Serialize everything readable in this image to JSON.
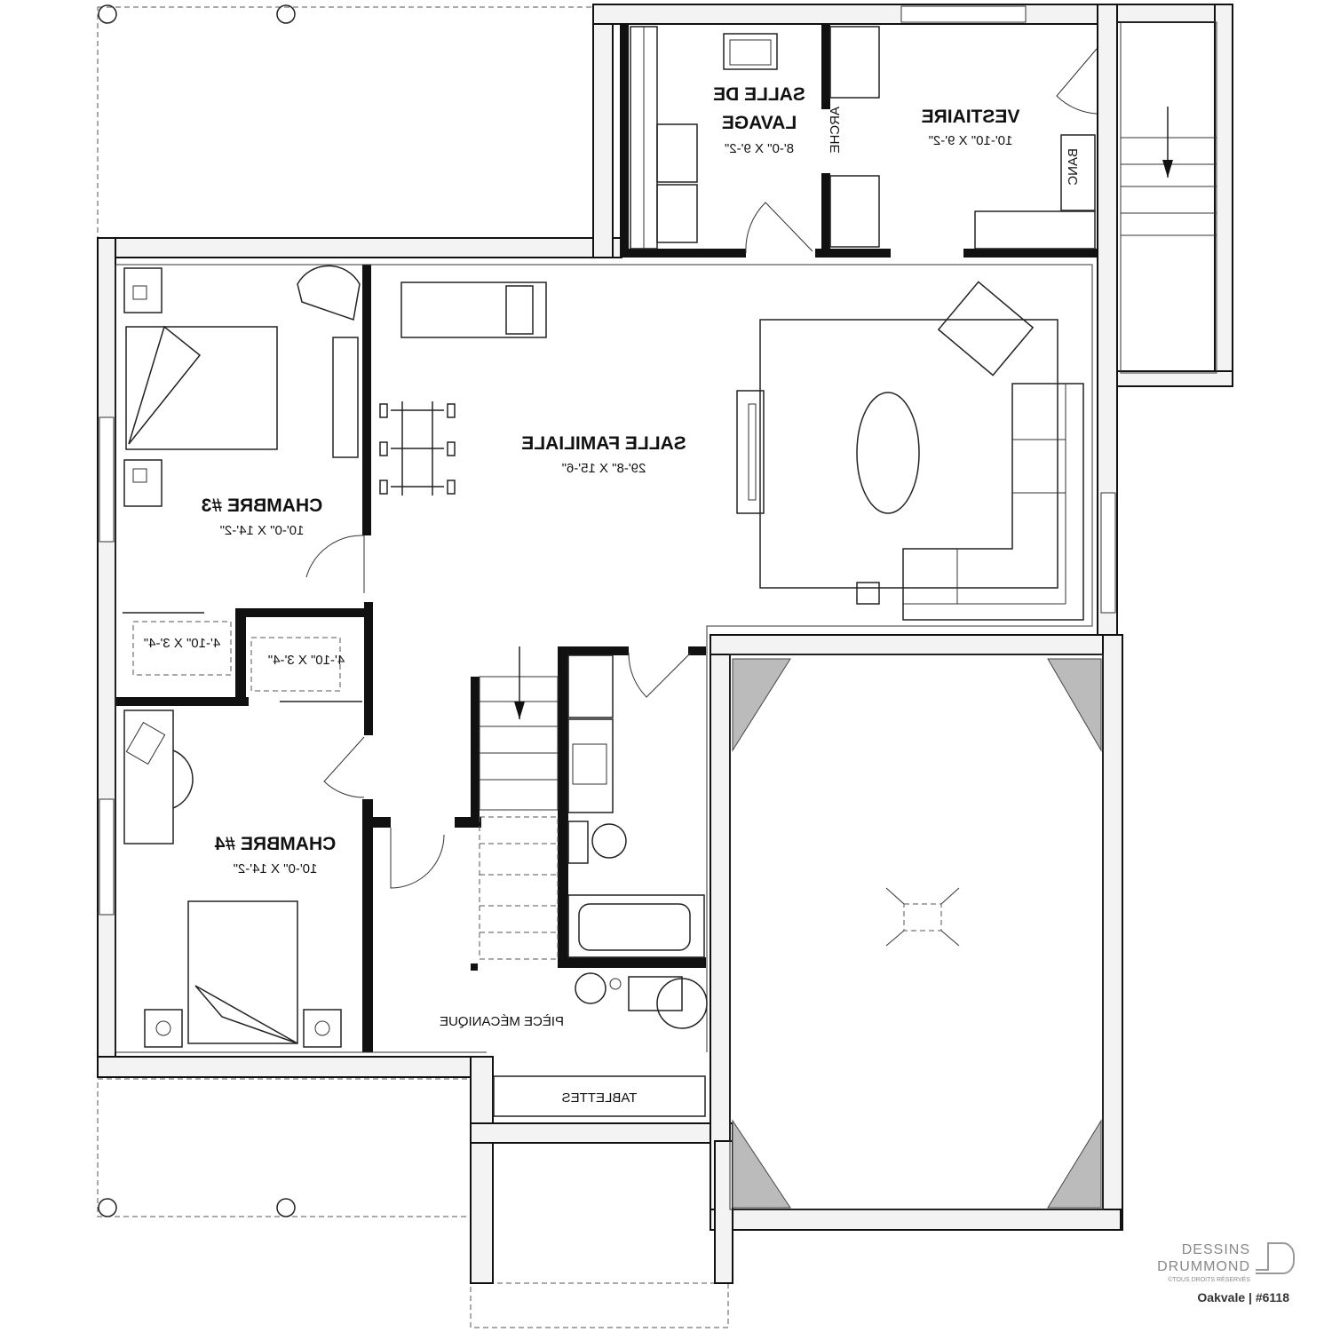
{
  "rooms": {
    "laundry": {
      "name_1": "SALLE DE",
      "name_2": "LAVAGE",
      "size": "8'-0\" X 9'-2\""
    },
    "cloakroom": {
      "name": "VESTIAIRE",
      "size": "10'-10\" X 9'-2\""
    },
    "arch": "ARCHE",
    "bench": "BANC",
    "family_room": {
      "name": "SALLE FAMILIALE",
      "size": "29'-8\" X 15'-6\""
    },
    "bedroom3": {
      "name": "CHAMBRE #3",
      "size": "10'-0\" X 14'-2\""
    },
    "closet_a": {
      "size": "4'-10\" X 3'-4\""
    },
    "closet_b": {
      "size": "4'-10\" X 3'-4\""
    },
    "bedroom4": {
      "name": "CHAMBRE #4",
      "size": "10'-0\" X 14'-2\""
    },
    "mechanical": {
      "name": "PIÈCE MÉCANIQUE"
    },
    "shelves": {
      "name": "TABLETTES"
    }
  },
  "logo": {
    "line1": "DESSINS",
    "line2": "DRUMMOND",
    "rights": "©TOUS DROITS RÉSERVÉS"
  },
  "plan_id": "Oakvale | #6118"
}
